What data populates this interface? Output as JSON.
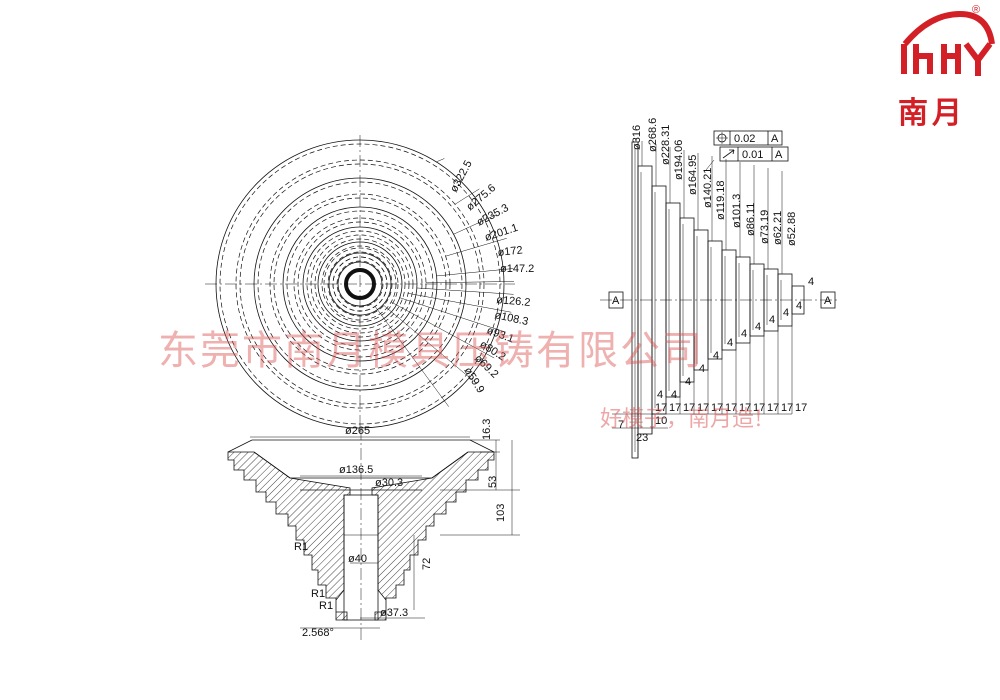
{
  "brand": {
    "logo_text": "南月",
    "reg_mark": "®",
    "color": "#d31f26"
  },
  "watermark": {
    "company": "东莞市南月模具压铸有限公司",
    "slogan": "好模子，南月造!",
    "color": "#e06060"
  },
  "front_view": {
    "diameters": [
      "ø322.5",
      "ø275.6",
      "ø235.3",
      "ø201.1",
      "ø172",
      "ø147.2",
      "ø126.2",
      "ø108.3",
      "ø93.1",
      "ø80.2",
      "ø69.2",
      "ø59.9"
    ]
  },
  "section_view": {
    "labels": {
      "top_dia": "ø265",
      "height_top": "16.3",
      "mid_dia": "ø136.5",
      "bore_top": "ø30.3",
      "h53": "53",
      "h103": "103",
      "h72": "72",
      "bore_mid": "ø40",
      "bore_bottom": "ø37.3",
      "angle": "2.568°",
      "r1a": "R1",
      "r1b": "R1",
      "r1c": "R1"
    }
  },
  "side_view": {
    "diameters": [
      "ø316",
      "ø268.6",
      "ø228.31",
      "ø194.06",
      "ø164.95",
      "ø140.21",
      "ø119.18",
      "ø101.3",
      "ø86.11",
      "ø73.19",
      "ø62.21",
      "ø52.88"
    ],
    "step_widths": [
      "17",
      "17",
      "17",
      "17",
      "17",
      "17",
      "17",
      "17",
      "17",
      "17",
      "17"
    ],
    "step_lengths": [
      "4",
      "4",
      "4",
      "4",
      "4",
      "4",
      "4",
      "4",
      "4",
      "4",
      "4",
      "4"
    ],
    "first_step": "10",
    "left_offset": "7",
    "total_left": "23",
    "datum": "A",
    "tolerances": [
      {
        "symbol": "position-icon",
        "value": "0.02",
        "datum": "A"
      },
      {
        "symbol": "runout-icon",
        "value": "0.01",
        "datum": "A"
      }
    ]
  }
}
